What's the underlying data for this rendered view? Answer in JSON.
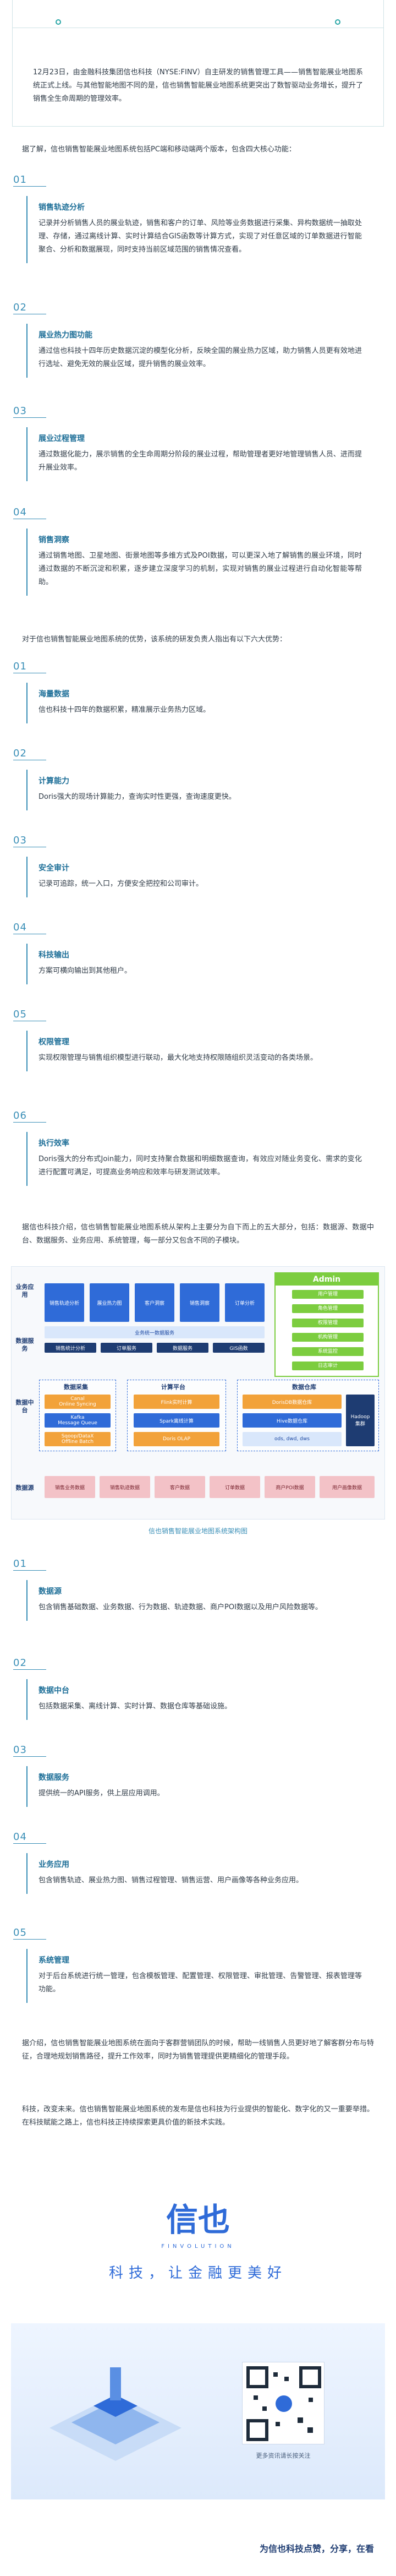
{
  "intro": "12月23日，由金融科技集团信也科技（NYSE:FINV）自主研发的销售管理工具——销售智能展业地图系统正式上线。与其他智能地图不同的是，信也销售智能展业地图系统更突出了数智驱动业务增长，提升了销售全生命周期的管理效率。",
  "lead1": "据了解，信也销售智能展业地图系统包括PC端和移动端两个版本，包含四大核心功能：",
  "sections_a": [
    {
      "num": "01",
      "title": "销售轨迹分析",
      "text": "记录并分析销售人员的展业轨迹，销售和客户的订单、风险等业务数据进行采集、异构数据统一抽取处理、存储，通过离线计算、实时计算结合GIS函数等计算方式，实现了对任意区域的订单数据进行智能聚合、分析和数据展现，同时支持当前区域范围的销售情况查看。"
    },
    {
      "num": "02",
      "title": "展业热力图功能",
      "text": "通过信也科技十四年历史数据沉淀的模型化分析，反映全国的展业热力区域，助力销售人员更有效地进行选址、避免无效的展业区域，提升销售的展业效率。"
    },
    {
      "num": "03",
      "title": "展业过程管理",
      "text": "通过数据化能力，展示销售的全生命周期分阶段的展业过程，帮助管理者更好地管理销售人员、进而提升展业效率。"
    },
    {
      "num": "04",
      "title": "销售洞察",
      "text": "通过销售地图、卫星地图、街景地图等多维方式及POI数据，可以更深入地了解销售的展业环境，同时通过数据的不断沉淀和积累，逐步建立深度学习的机制，实现对销售的展业过程进行自动化智能等帮助。"
    }
  ],
  "lead2": "对于信也销售智能展业地图系统的优势，该系统的研发负责人指出有以下六大优势：",
  "sections_b": [
    {
      "num": "01",
      "title": "海量数据",
      "text": "信也科技十四年的数据积累，精准展示业务热力区域。"
    },
    {
      "num": "02",
      "title": "计算能力",
      "text": "Doris强大的现场计算能力，查询实时性更强，查询速度更快。"
    },
    {
      "num": "03",
      "title": "安全审计",
      "text": "记录可追踪，统一入口，方便安全把控和公司审计。"
    },
    {
      "num": "04",
      "title": "科技输出",
      "text": "方案可横向输出到其他租户。"
    },
    {
      "num": "05",
      "title": "权限管理",
      "text": "实现权限管理与销售组织模型进行联动，最大化地支持权限随组织灵活变动的各类场景。"
    },
    {
      "num": "06",
      "title": "执行效率",
      "text": "Doris强大的分布式Join能力，同时支持聚合数据和明细数据查询，有效应对随业务变化、需求的变化进行配置可满足，可提高业务响应和效率与研发测试效率。"
    }
  ],
  "lead3": "据信也科技介绍，信也销售智能展业地图系统从架构上主要分为自下而上的五大部分，包括：数据源、数据中台、数据服务、业务应用、系统管理，每一部分又包含不同的子模块。",
  "diagram": {
    "caption": "信也销售智能展业地图系统架构图",
    "layer_labels": [
      "业务应用",
      "数据服务",
      "数据中台",
      "数据源"
    ],
    "admin_title": "Admin",
    "admin_items": [
      "用户管理",
      "角色管理",
      "权限管理",
      "机构管理",
      "系统监控",
      "日志审计"
    ],
    "apps": [
      "销售轨迹分析",
      "展业热力图",
      "客户洞察",
      "销售洞察",
      "订单分析"
    ],
    "app_sub": "业务统一数据服务",
    "services": [
      "销售统计分析",
      "订单服务",
      "数据服务",
      "GIS函数"
    ],
    "groups": [
      "数据采集",
      "计算平台",
      "数据仓库"
    ],
    "collect": [
      "Canal\nOnline Syncing",
      "Kafka\nMessage Queue",
      "Sqoop/DataX\nOffline Batch"
    ],
    "compute": [
      "Flink实时计算",
      "Spark离线计算",
      "Doris OLAP"
    ],
    "warehouse": [
      "DorisDB数据仓库",
      "Hive数据仓库"
    ],
    "warehouse_tag": "ods, dwd, dws",
    "hadoop": "Hadoop\n集群",
    "sources": [
      "销售业务数据",
      "销售轨迹数据",
      "客户数据",
      "订单数据",
      "商户POI数据",
      "用户画像数据"
    ]
  },
  "sections_c": [
    {
      "num": "01",
      "title": "数据源",
      "text": "包含销售基础数据、业务数据、行为数据、轨迹数据、商户POI数据以及用户风险数据等。"
    },
    {
      "num": "02",
      "title": "数据中台",
      "text": "包括数据采集、离线计算、实时计算、数据仓库等基础设施。"
    },
    {
      "num": "03",
      "title": "数据服务",
      "text": "提供统一的API服务，供上层应用调用。"
    },
    {
      "num": "04",
      "title": "业务应用",
      "text": "包含销售轨迹、展业热力图、销售过程管理、销售运营、用户画像等各种业务应用。"
    },
    {
      "num": "05",
      "title": "系统管理",
      "text": "对于后台系统进行统一管理，包含模板管理、配置管理、权限管理、审批管理、告警管理、报表管理等功能。"
    }
  ],
  "closing1": "据介绍，信也销售智能展业地图系统在面向于客群营销团队的时候，帮助一线销售人员更好地了解客群分布与特征，合理地规划销售路径，提升工作效率，同时为销售管理提供更精细化的管理手段。",
  "closing2": "科技，改变未来。信也销售智能展业地图系统的发布是信也科技为行业提供的智能化、数字化的又一重要举措。在科技赋能之路上，信也科技正持续探索更具价值的新技术实践。",
  "footer": {
    "logo_text": "信也",
    "logo_sub": "FINVOLUTION",
    "slogan": "科技，让金融更美好",
    "qr_note": "更多资讯请长按关注",
    "bottom": "为信也科技点赞，分享，在看"
  }
}
